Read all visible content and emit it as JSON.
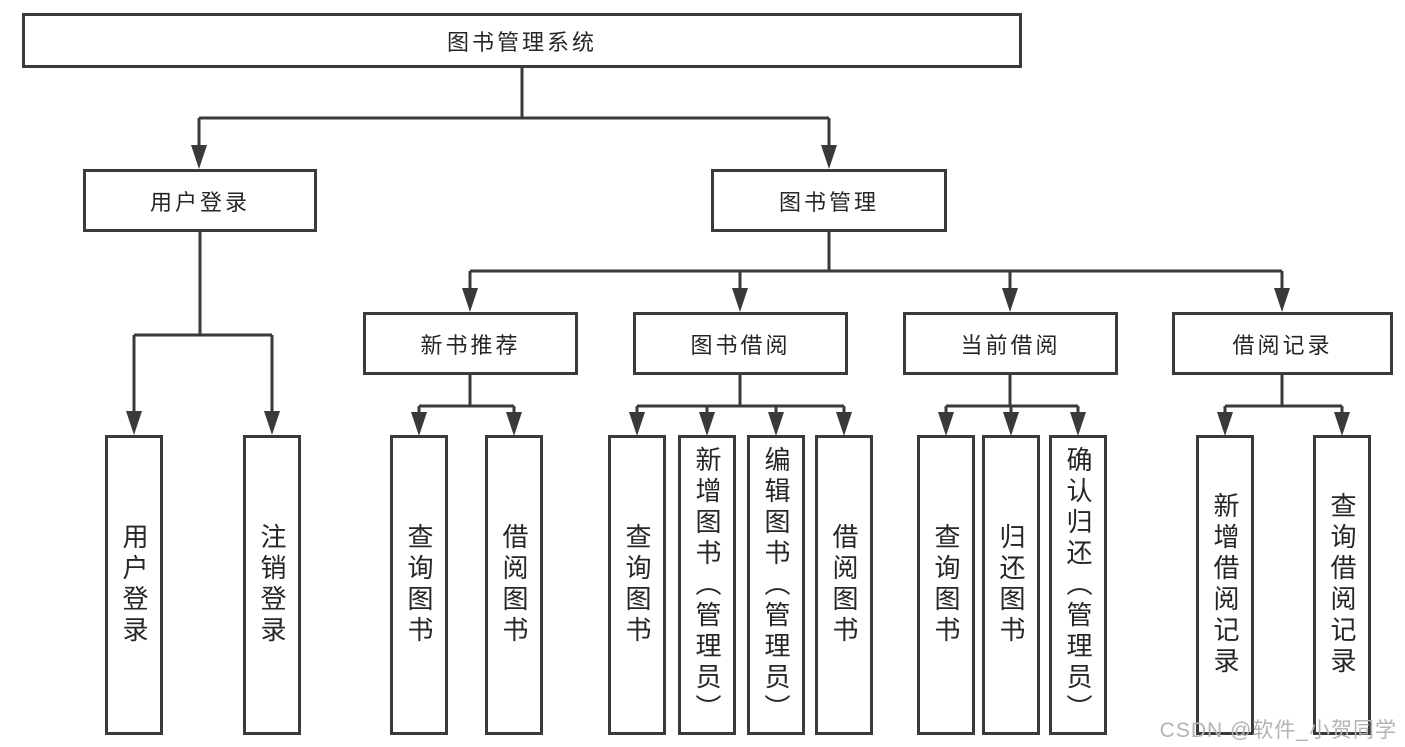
{
  "diagram": {
    "title": "图书管理系统",
    "type": "hierarchy-diagram",
    "colors": {
      "line": "#3a3a3a",
      "text": "#262626",
      "watermark": "#b3b3b3",
      "background": "#ffffff"
    },
    "nodes": {
      "root": {
        "label": "图书管理系统"
      },
      "user_login": {
        "label": "用户登录"
      },
      "book_mgmt": {
        "label": "图书管理"
      },
      "new_book_rec": {
        "label": "新书推荐"
      },
      "book_borrow": {
        "label": "图书借阅"
      },
      "current_borrow": {
        "label": "当前借阅"
      },
      "borrow_records": {
        "label": "借阅记录"
      },
      "leaf_user_login": {
        "label": "用户登录"
      },
      "leaf_logout": {
        "label": "注销登录"
      },
      "leaf_nb_query": {
        "label": "查询图书"
      },
      "leaf_nb_borrow": {
        "label": "借阅图书"
      },
      "leaf_bb_query": {
        "label": "查询图书"
      },
      "leaf_bb_add": {
        "label": "新增图书（管理员）"
      },
      "leaf_bb_edit": {
        "label": "编辑图书（管理员）"
      },
      "leaf_bb_borrow": {
        "label": "借阅图书"
      },
      "leaf_cb_query": {
        "label": "查询图书"
      },
      "leaf_cb_return": {
        "label": "归还图书"
      },
      "leaf_cb_confirm": {
        "label": "确认归还（管理员）"
      },
      "leaf_br_add": {
        "label": "新增借阅记录"
      },
      "leaf_br_query": {
        "label": "查询借阅记录"
      }
    },
    "hierarchy": [
      {
        "label": "图书管理系统",
        "children": [
          {
            "label": "用户登录",
            "children": [
              {
                "label": "用户登录"
              },
              {
                "label": "注销登录"
              }
            ]
          },
          {
            "label": "图书管理",
            "children": [
              {
                "label": "新书推荐",
                "children": [
                  {
                    "label": "查询图书"
                  },
                  {
                    "label": "借阅图书"
                  }
                ]
              },
              {
                "label": "图书借阅",
                "children": [
                  {
                    "label": "查询图书"
                  },
                  {
                    "label": "新增图书（管理员）"
                  },
                  {
                    "label": "编辑图书（管理员）"
                  },
                  {
                    "label": "借阅图书"
                  }
                ]
              },
              {
                "label": "当前借阅",
                "children": [
                  {
                    "label": "查询图书"
                  },
                  {
                    "label": "归还图书"
                  },
                  {
                    "label": "确认归还（管理员）"
                  }
                ]
              },
              {
                "label": "借阅记录",
                "children": [
                  {
                    "label": "新增借阅记录"
                  },
                  {
                    "label": "查询借阅记录"
                  }
                ]
              }
            ]
          }
        ]
      }
    ],
    "watermark": "CSDN @软件_小贺同学"
  }
}
